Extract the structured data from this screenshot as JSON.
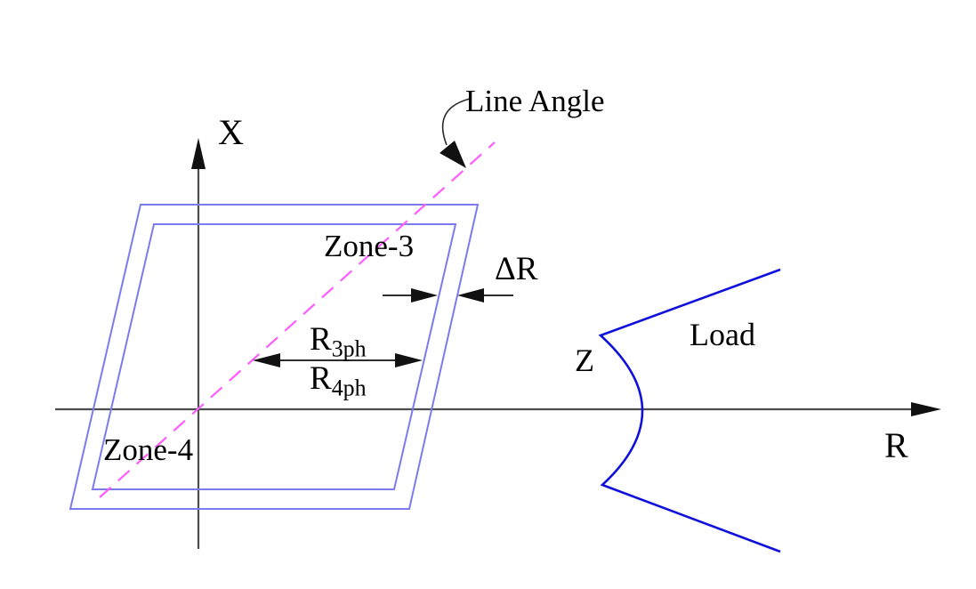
{
  "diagram": {
    "title_semantic": "Distance relay quadrilateral zone characteristic in the R-X impedance plane",
    "axes": {
      "x_axis_label": "X",
      "r_axis_label": "R"
    },
    "zones": {
      "zone3_label": "Zone-3",
      "zone4_label": "Zone-4"
    },
    "annotations": {
      "line_angle_label": "Line Angle",
      "delta_r_label": "ΔR",
      "r3ph": {
        "main": "R",
        "sub": "3ph"
      },
      "r4ph": {
        "main": "R",
        "sub": "4ph"
      },
      "z_label": "Z",
      "load_label": "Load"
    },
    "colors": {
      "zone_stroke": "#7b7bee",
      "load_stroke": "#1010dd",
      "line_angle_stroke": "#ff5cff",
      "axis_stroke": "#4d4d4d",
      "marker_color": "#111111",
      "text_color": "#000000"
    }
  }
}
